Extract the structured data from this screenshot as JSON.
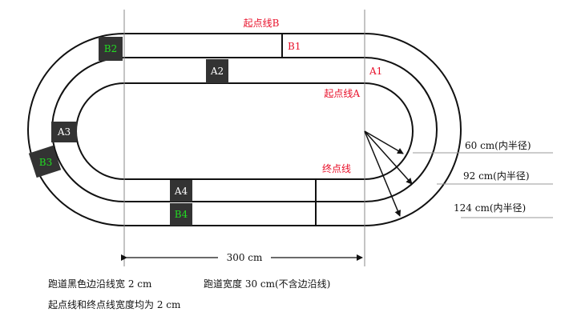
{
  "labels": {
    "start_b": "起点线B",
    "start_a": "起点线A",
    "finish": "终点线",
    "b1": "B1",
    "a1": "A1",
    "a2": "A2",
    "a3": "A3",
    "a4": "A4",
    "b2": "B2",
    "b3": "B3",
    "b4": "B4"
  },
  "radii": {
    "r1": "60 cm(内半径)",
    "r2": "92 cm(内半径)",
    "r3": "124 cm(内半径)"
  },
  "dimension": "300 cm",
  "notes": {
    "line1a": "跑道黑色边沿线宽 2 cm",
    "line1b": "跑道宽度 30 cm(不含边沿线)",
    "line2": "起点线和终点线宽度均为 2 cm"
  },
  "colors": {
    "red": "#e8102a",
    "green": "#22dd22",
    "marker": "#333333"
  }
}
